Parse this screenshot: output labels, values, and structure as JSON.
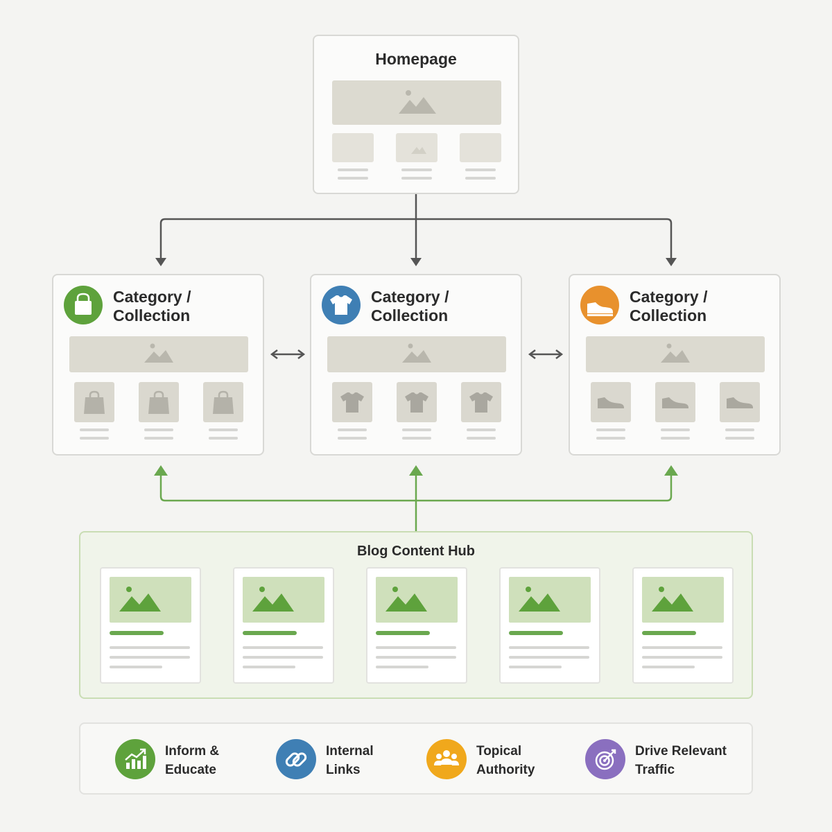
{
  "homepage": {
    "title": "Homepage"
  },
  "categories": [
    {
      "title_line1": "Category /",
      "title_line2": "Collection",
      "icon": "shopping-bag-icon",
      "color": "#5ea23c"
    },
    {
      "title_line1": "Category /",
      "title_line2": "Collection",
      "icon": "tshirt-icon",
      "color": "#3f7fb4"
    },
    {
      "title_line1": "Category /",
      "title_line2": "Collection",
      "icon": "shoe-icon",
      "color": "#e8912d"
    }
  ],
  "hub": {
    "title": "Blog Content Hub",
    "post_count": 5
  },
  "legend": [
    {
      "line1": "Inform &",
      "line2": "Educate",
      "icon": "growth-chart-icon",
      "color": "#5ea23c"
    },
    {
      "line1": "Internal",
      "line2": "Links",
      "icon": "link-icon",
      "color": "#3f7fb4"
    },
    {
      "line1": "Topical",
      "line2": "Authority",
      "icon": "people-group-icon",
      "color": "#f0a81c"
    },
    {
      "line1": "Drive Relevant",
      "line2": "Traffic",
      "icon": "target-icon",
      "color": "#8a6fbf"
    }
  ],
  "colors": {
    "green": "#6aa84f",
    "gray_connector": "#555555",
    "hub_border": "#c9ddb4"
  }
}
